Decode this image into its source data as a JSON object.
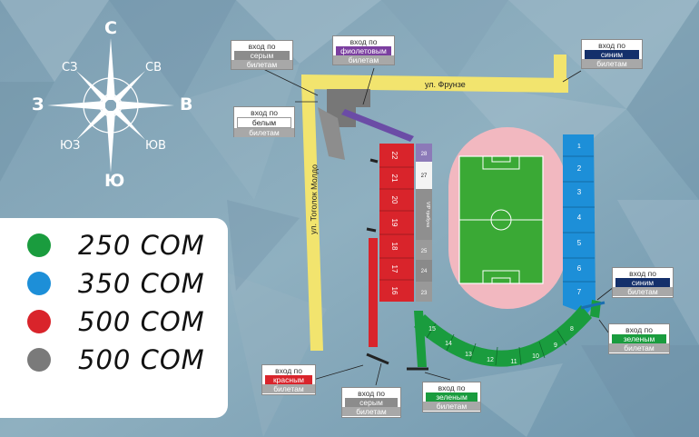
{
  "compass": {
    "n": "С",
    "s": "Ю",
    "w": "З",
    "e": "В",
    "nw": "СЗ",
    "ne": "СВ",
    "sw": "ЮЗ",
    "se": "ЮВ"
  },
  "legend": [
    {
      "color": "#1a9c3e",
      "price": "250 СОМ"
    },
    {
      "color": "#1d8fd8",
      "price": "350 СОМ"
    },
    {
      "color": "#d9242b",
      "price": "500 СОМ"
    },
    {
      "color": "#7a7a7a",
      "price": "500 СОМ"
    }
  ],
  "streets": {
    "frunze": "ул. Фрунзе",
    "moldo": "ул. Тоголок Молдо"
  },
  "entrances": {
    "gray_top": {
      "line1": "вход по",
      "line2": "серым",
      "line3": "билетам",
      "color": "#8c8c8c"
    },
    "violet": {
      "line1": "вход по",
      "line2": "фиолетовым",
      "line3": "билетам",
      "color": "#7b3fa0"
    },
    "white": {
      "line1": "вход по",
      "line2": "белым",
      "line3": "билетам",
      "color": "#ffffff"
    },
    "blue_top": {
      "line1": "вход по",
      "line2": "синим",
      "line3": "билетам",
      "color": "#14306b"
    },
    "blue_right": {
      "line1": "вход по",
      "line2": "синим",
      "line3": "билетам",
      "color": "#14306b"
    },
    "green_right": {
      "line1": "вход по",
      "line2": "зеленым",
      "line3": "билетам",
      "color": "#1a9c3e"
    },
    "red": {
      "line1": "вход по",
      "line2": "красным",
      "line3": "билетам",
      "color": "#d9242b"
    },
    "gray_bottom": {
      "line1": "вход по",
      "line2": "серым",
      "line3": "билетам",
      "color": "#8c8c8c"
    },
    "green_bottom": {
      "line1": "вход по",
      "line2": "зеленым",
      "line3": "билетам",
      "color": "#1a9c3e"
    }
  },
  "sectors": {
    "blue": [
      "1",
      "2",
      "3",
      "4",
      "5",
      "6",
      "7"
    ],
    "green": [
      "8",
      "9",
      "10",
      "11",
      "12",
      "13",
      "14",
      "15"
    ],
    "red": [
      "16",
      "17",
      "18",
      "19",
      "20",
      "21",
      "22"
    ],
    "gray": [
      "23",
      "24",
      "25",
      "27",
      "28"
    ],
    "vip": "VIP трибуна"
  }
}
